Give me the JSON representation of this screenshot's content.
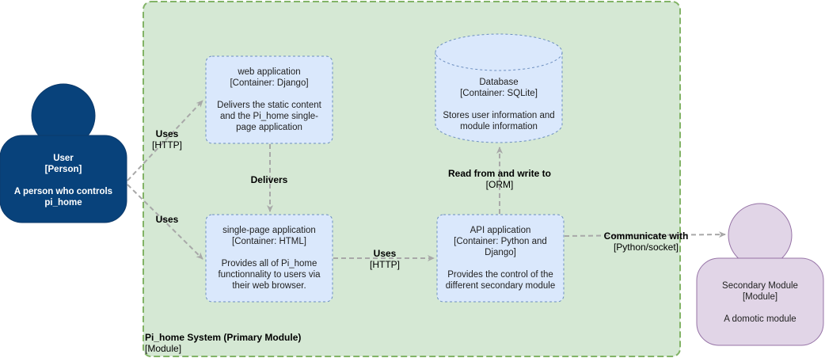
{
  "colors": {
    "system_fill": "#d5e8d4",
    "system_stroke": "#82b366",
    "container_fill": "#dae8fc",
    "container_stroke": "#6c8ebf",
    "person_fill": "#08427b",
    "secondary_fill": "#e1d5e7",
    "secondary_stroke": "#9673a6",
    "arrow": "#a8a8a8"
  },
  "system": {
    "title": "Pi_home System (Primary Module)",
    "subtitle": "[Module]"
  },
  "user": {
    "name": "User",
    "type": "[Person]",
    "desc_1": "A person who controls",
    "desc_2": "pi_home"
  },
  "web_app": {
    "name": "web application",
    "type": "[Container: Django]",
    "desc_1": "Delivers the static content",
    "desc_2": "and the Pi_home single-",
    "desc_3": "page application"
  },
  "database": {
    "name": "Database",
    "type": "[Container: SQLite]",
    "desc_1": "Stores user information and",
    "desc_2": "module information"
  },
  "spa": {
    "name": "single-page application",
    "type": "[Container: HTML]",
    "desc_1": "Provides all of Pi_home",
    "desc_2": "functionnality to users via",
    "desc_3": "their web browser."
  },
  "api": {
    "name": "API application",
    "type": "[Container: Python and",
    "type_2": "Django]",
    "desc_1": "Provides the control of the",
    "desc_2": "different secondary module"
  },
  "secondary": {
    "name": "Secondary Module",
    "type": "[Module]",
    "desc": "A domotic module"
  },
  "relations": {
    "user_web": {
      "label": "Uses",
      "tech": "[HTTP]"
    },
    "user_spa": {
      "label": "Uses"
    },
    "web_spa": {
      "label": "Delivers"
    },
    "spa_api": {
      "label": "Uses",
      "tech": "[HTTP]"
    },
    "api_db": {
      "label": "Read from and write to",
      "tech": "[ORM]"
    },
    "api_secondary": {
      "label": "Communicate with",
      "tech": "[Python/socket]"
    }
  }
}
